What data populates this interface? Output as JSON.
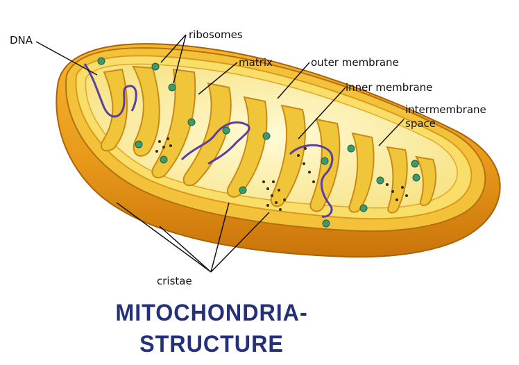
{
  "diagram": {
    "title_line_1": "MITOCHONDRIA-",
    "title_line_2": "STRUCTURE",
    "labels": {
      "dna": "DNA",
      "ribosomes": "ribosomes",
      "matrix": "matrix",
      "outer_membrane": "outer membrane",
      "inner_membrane": "inner membrane",
      "intermembrane_1": "intermembrane",
      "intermembrane_2": "space",
      "cristae": "cristae"
    },
    "colors": {
      "title": "#25307a",
      "outer_membrane": "#e8a11c",
      "outer_shadow": "#c97808",
      "inner_membrane": "#f3cf3a",
      "matrix": "#fdf3b4",
      "ribosome": "#3c9a6c",
      "dna": "#5b3f9e"
    }
  }
}
